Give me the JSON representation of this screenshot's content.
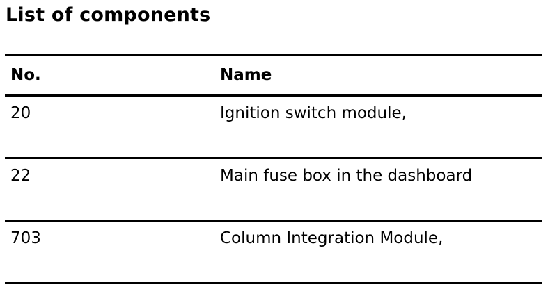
{
  "document": {
    "title": "List of components",
    "table": {
      "headers": {
        "number": "No.",
        "name": "Name"
      },
      "rows": [
        {
          "number": "20",
          "name": "Ignition switch module,"
        },
        {
          "number": "22",
          "name": "Main fuse box in the dashboard"
        },
        {
          "number": "703",
          "name": "Column Integration Module,"
        }
      ]
    }
  }
}
